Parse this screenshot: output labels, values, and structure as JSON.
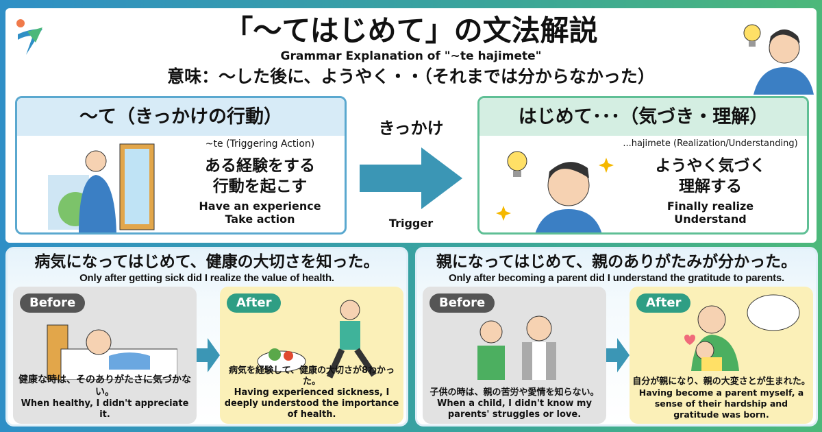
{
  "header": {
    "title": "「～てはじめて」の文法解説",
    "subtitle": "Grammar Explanation of \"~te hajimete\"",
    "meaning": "意味：～した後に、ようやく・・（それまでは分からなかった）"
  },
  "left_panel": {
    "title": "～て（きっかけの行動）",
    "en_title": "~te (Triggering Action)",
    "jp_lines": [
      "ある経験をする",
      "行動を起こす"
    ],
    "en_lines": [
      "Have an experience",
      "Take action"
    ]
  },
  "middle": {
    "label_jp": "きっかけ",
    "label_en": "Trigger"
  },
  "right_panel": {
    "title": "はじめて･･･（気づき・理解）",
    "en_title": "...hajimete (Realization/Understanding)",
    "jp_lines": [
      "ようやく気づく",
      "理解する"
    ],
    "en_lines": [
      "Finally realize",
      "Understand"
    ]
  },
  "examples": [
    {
      "jp": "病気になってはじめて、健康の大切さを知った。",
      "en": "Only after getting sick did I realize the value of health.",
      "before": {
        "tag": "Before",
        "jp": "健康な時は、そのありがたさに気づかない。",
        "en": "When healthy, I didn't appreciate it."
      },
      "after": {
        "tag": "After",
        "jp": "病気を経験して、健康の大切さが8わかった。",
        "en": "Having experienced sickness, I deeply understood the importance of health."
      }
    },
    {
      "jp": "親になってはじめて、親のありがたみが分かった。",
      "en": "Only after becoming a parent did I understand the gratitude to parents.",
      "before": {
        "tag": "Before",
        "jp": "子供の時は、親の苦労や愛情を知らない。",
        "en": "When a child, I didn't know my parents' struggles or love."
      },
      "after": {
        "tag": "After",
        "jp": "自分が親になり、親の大変さとが生まれた。",
        "en": "Having become a parent myself, a sense of their hardship and gratitude was born."
      }
    }
  ],
  "colors": {
    "arrow": "#3b96b5",
    "left_header": "#d7ebf7",
    "right_header": "#d4eee2",
    "after_tag": "#2f9e84",
    "before_tag": "#555555"
  }
}
